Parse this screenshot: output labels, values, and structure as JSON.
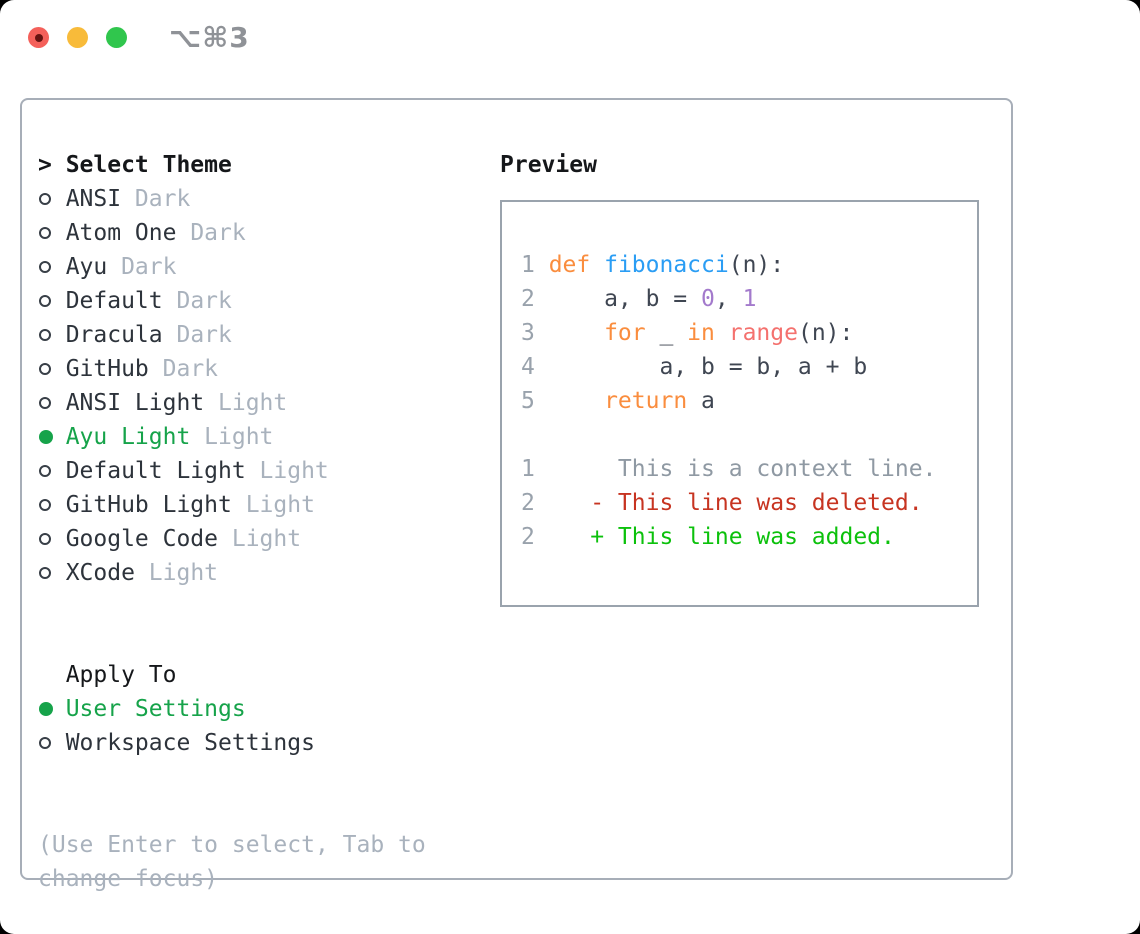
{
  "window": {
    "title": "⌥⌘3"
  },
  "theme_list": {
    "cursor": ">",
    "header": "Select Theme",
    "items": [
      {
        "name": "ANSI",
        "tag": "Dark",
        "selected": false
      },
      {
        "name": "Atom One",
        "tag": "Dark",
        "selected": false
      },
      {
        "name": "Ayu",
        "tag": "Dark",
        "selected": false
      },
      {
        "name": "Default",
        "tag": "Dark",
        "selected": false
      },
      {
        "name": "Dracula",
        "tag": "Dark",
        "selected": false
      },
      {
        "name": "GitHub",
        "tag": "Dark",
        "selected": false
      },
      {
        "name": "ANSI Light",
        "tag": "Light",
        "selected": false
      },
      {
        "name": "Ayu Light",
        "tag": "Light",
        "selected": true
      },
      {
        "name": "Default Light",
        "tag": "Light",
        "selected": false
      },
      {
        "name": "GitHub Light",
        "tag": "Light",
        "selected": false
      },
      {
        "name": "Google Code",
        "tag": "Light",
        "selected": false
      },
      {
        "name": "XCode",
        "tag": "Light",
        "selected": false
      }
    ]
  },
  "apply_to": {
    "header": "Apply To",
    "options": [
      {
        "label": "User Settings",
        "selected": true
      },
      {
        "label": "Workspace Settings",
        "selected": false
      }
    ]
  },
  "help_text": "(Use Enter to select, Tab to change focus)",
  "preview": {
    "header": "Preview",
    "code_lines": [
      {
        "num": "1",
        "tokens": [
          {
            "text": "def",
            "type": "keyword"
          },
          {
            "text": " ",
            "type": "plain"
          },
          {
            "text": "fibonacci",
            "type": "function"
          },
          {
            "text": "(n):",
            "type": "plain"
          }
        ]
      },
      {
        "num": "2",
        "tokens": [
          {
            "text": "    a, b = ",
            "type": "plain"
          },
          {
            "text": "0",
            "type": "number"
          },
          {
            "text": ", ",
            "type": "plain"
          },
          {
            "text": "1",
            "type": "number"
          }
        ]
      },
      {
        "num": "3",
        "tokens": [
          {
            "text": "    ",
            "type": "plain"
          },
          {
            "text": "for",
            "type": "keyword"
          },
          {
            "text": " _ ",
            "type": "plain"
          },
          {
            "text": "in",
            "type": "keyword"
          },
          {
            "text": " ",
            "type": "plain"
          },
          {
            "text": "range",
            "type": "builtin"
          },
          {
            "text": "(n):",
            "type": "plain"
          }
        ]
      },
      {
        "num": "4",
        "tokens": [
          {
            "text": "        a, b = b, a + b",
            "type": "plain"
          }
        ]
      },
      {
        "num": "5",
        "tokens": [
          {
            "text": "    ",
            "type": "plain"
          },
          {
            "text": "return",
            "type": "keyword"
          },
          {
            "text": " a",
            "type": "plain"
          }
        ]
      }
    ],
    "diff_lines": [
      {
        "num": "1",
        "type": "context",
        "text": "     This is a context line."
      },
      {
        "num": "2",
        "type": "deleted",
        "text": "   - This line was deleted."
      },
      {
        "num": "2",
        "type": "added",
        "text": "   + This line was added."
      }
    ]
  },
  "colors": {
    "accent_green": "#16a34a",
    "diff_added_green": "#0cc10c",
    "diff_deleted_red": "#c73421",
    "diff_context_gray": "#8f99a3",
    "keyword_orange": "#fa8d3e",
    "function_blue": "#2a9df4",
    "number_purple": "#a37acc",
    "builtin_coral": "#f4716e",
    "tag_gray": "#a9b2bd",
    "traffic_red": "#f4605a",
    "traffic_yellow": "#f8bb3a",
    "traffic_green": "#30c64d"
  }
}
